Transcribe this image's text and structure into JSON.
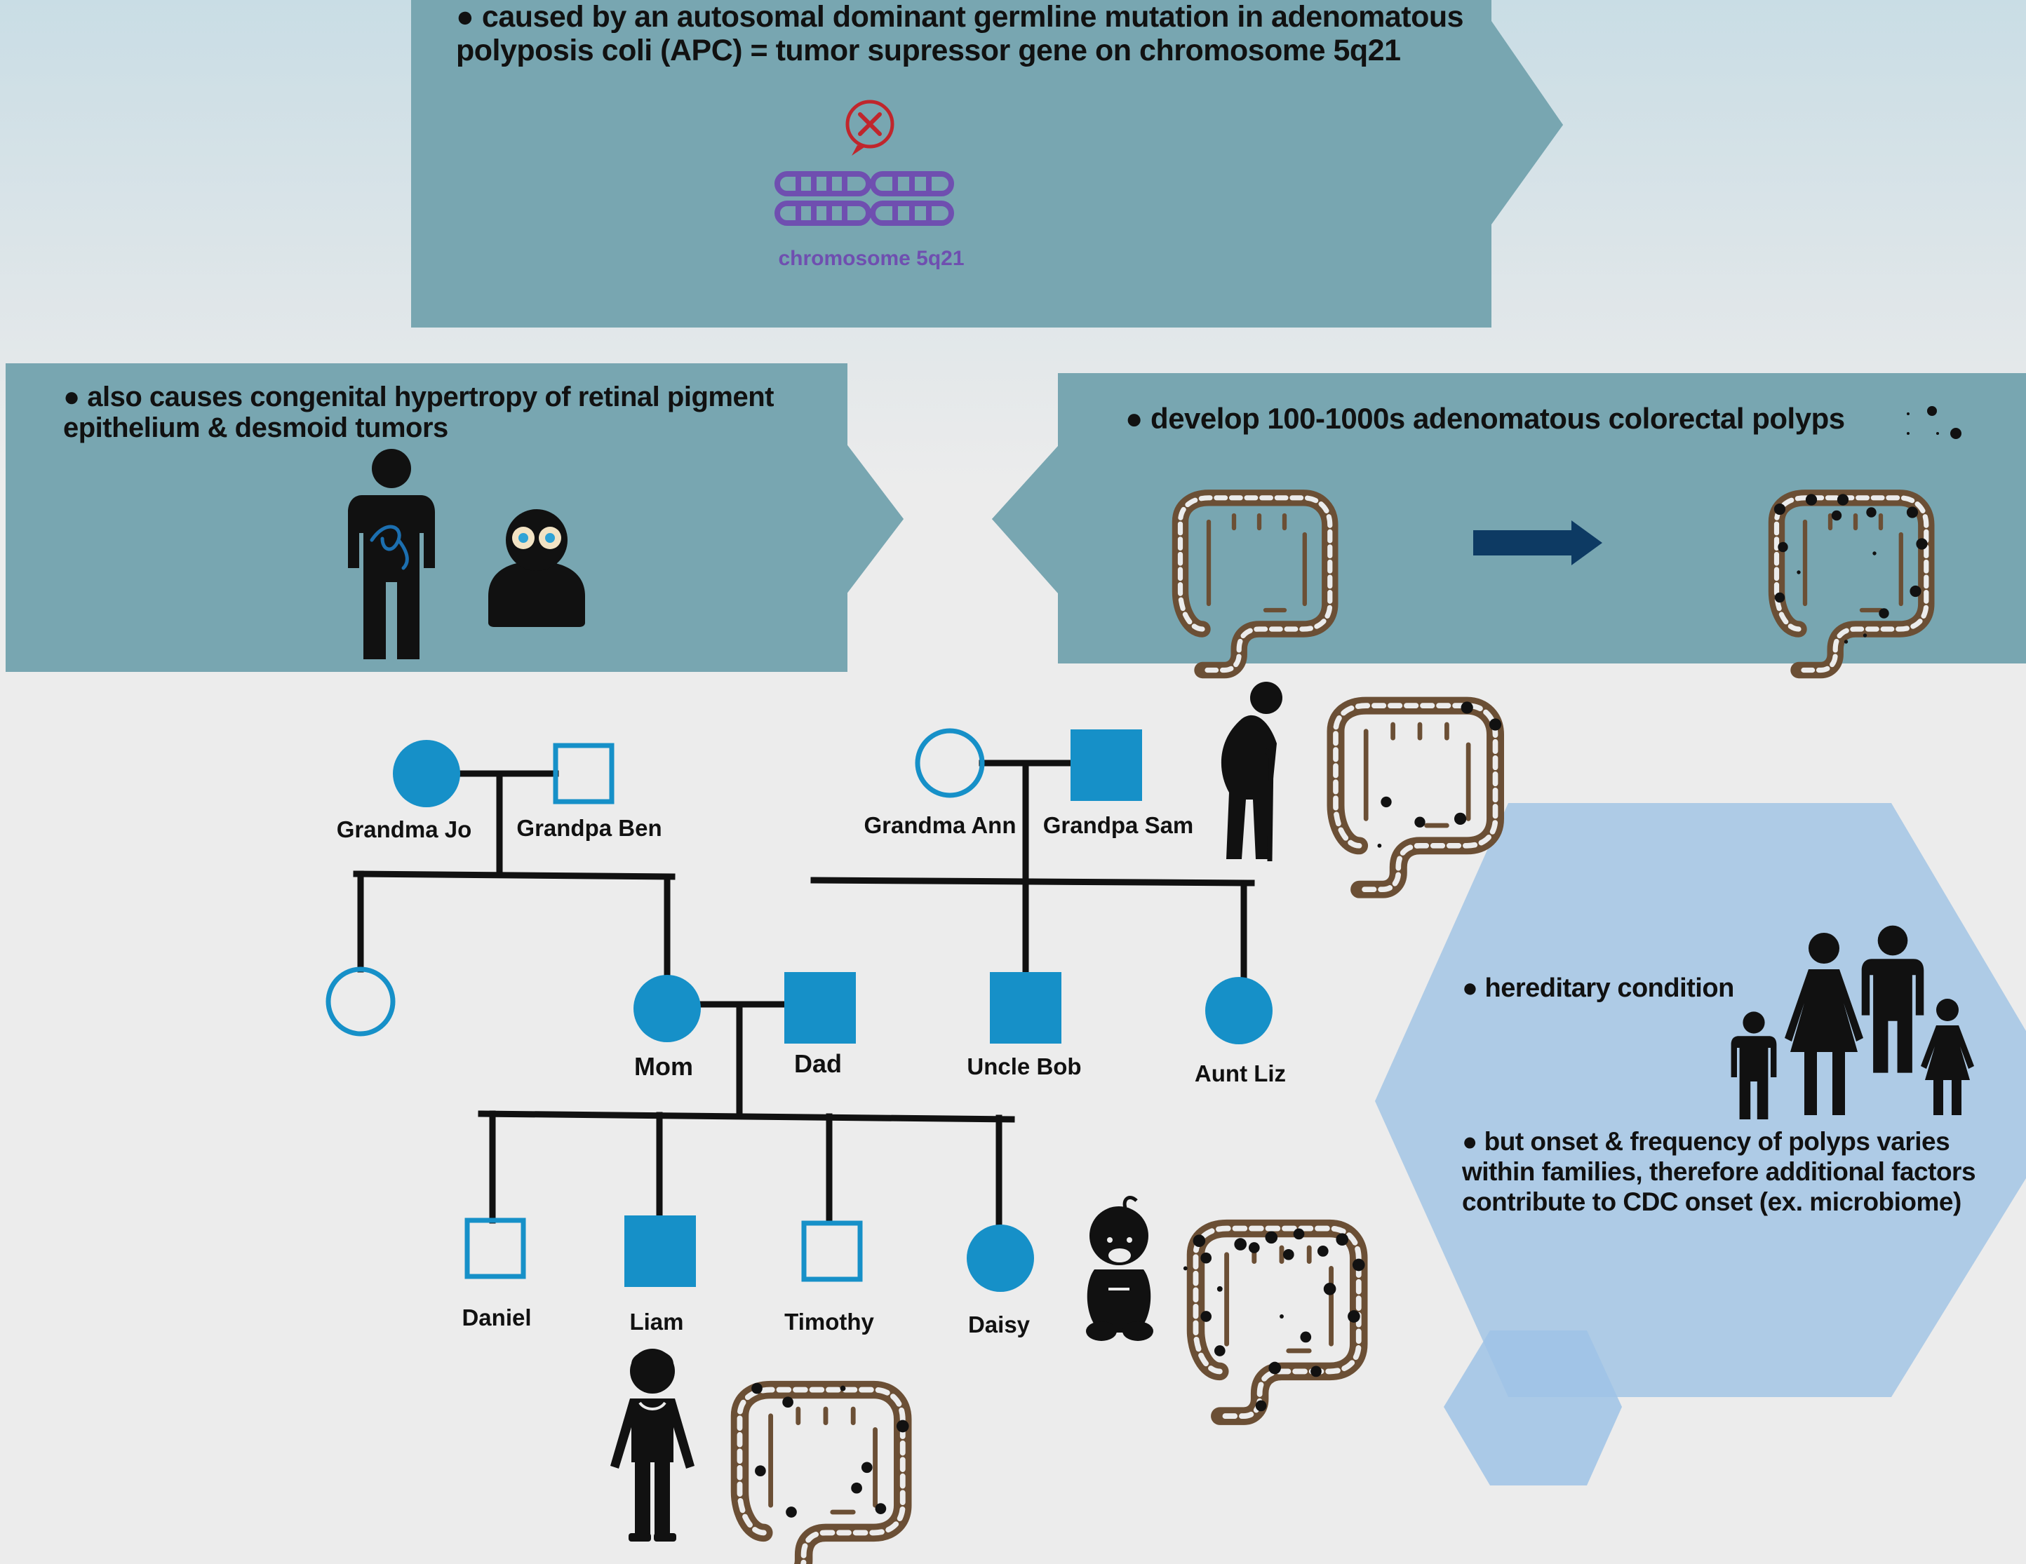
{
  "panels": {
    "top": {
      "lines": [
        "● caused by an autosomal dominant germline mutation in adenomatous",
        "polyposis coli (APC) = tumor supressor gene on chromosome 5q21"
      ],
      "chromosome_caption": "chromosome 5q21"
    },
    "left": {
      "lines": [
        "● also causes congenital hypertropy of retinal pigment",
        "epithelium & desmoid tumors"
      ]
    },
    "right": {
      "lines": [
        "● develop 100-1000s adenomatous colorectal polyps"
      ]
    },
    "hexagon": {
      "line1": "● hereditary condition",
      "lines2": [
        "● but onset & frequency of polyps varies",
        "within families, therefore additional factors",
        "contribute to CDC onset (ex. microbiome)"
      ]
    }
  },
  "pedigree": {
    "grandma_jo": "Grandma Jo",
    "grandpa_ben": "Grandpa Ben",
    "grandma_ann": "Grandma Ann",
    "grandpa_sam": "Grandpa Sam",
    "mom": "Mom",
    "dad": "Dad",
    "uncle_bob": "Uncle Bob",
    "aunt_liz": "Aunt Liz",
    "daniel": "Daniel",
    "liam": "Liam",
    "timothy": "Timothy",
    "daisy": "Daisy"
  },
  "colors": {
    "panel": "#78a6b1",
    "affected": "#1690c8",
    "chromosome": "#6f4fb0",
    "colon": "#6b4f35",
    "arrow": "#0d3a63",
    "hexagon": "#aecbe6",
    "hexagon_small": "#9fc3e6"
  },
  "icons": [
    "no-mutation-icon",
    "chromosome-icon",
    "person-stomach-icon",
    "eye-person-icon",
    "colon-icon",
    "polyp-colon-icon",
    "right-arrow-icon",
    "elderly-person-icon",
    "family-icon",
    "baby-icon",
    "boy-icon"
  ]
}
